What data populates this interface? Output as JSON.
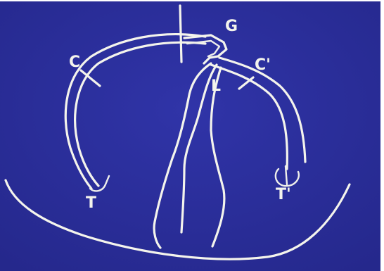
{
  "colors": {
    "board": "#2b2e9a",
    "chalk": "#f4f4ec",
    "frame": "#ffffff"
  },
  "labels": {
    "c": "C",
    "g": "G",
    "c_prime": "C'",
    "l": "L",
    "t": "T",
    "t_prime": "T'"
  }
}
